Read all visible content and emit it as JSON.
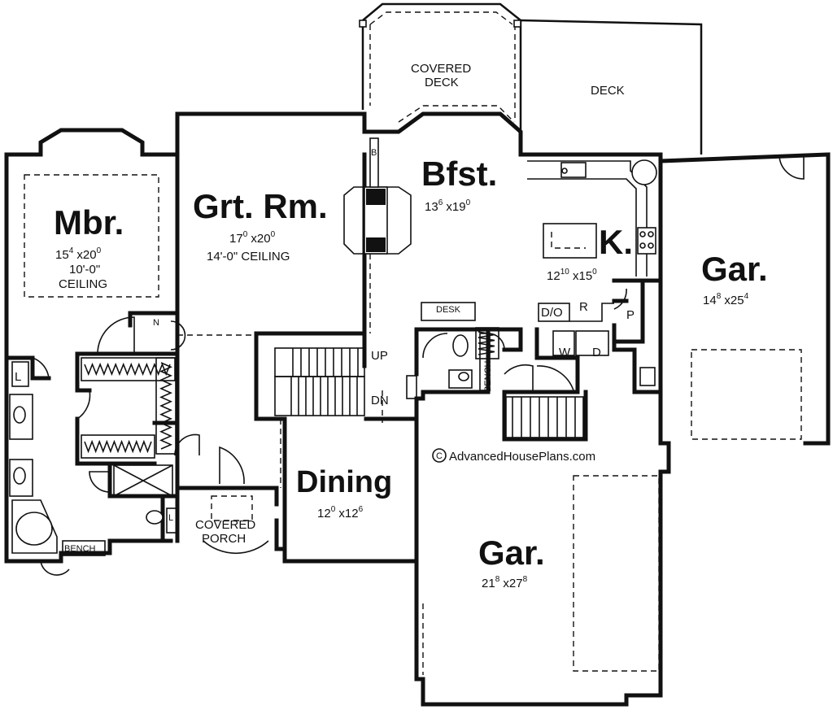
{
  "rooms": {
    "mbr": {
      "name": "Mbr.",
      "w": "15",
      "w_in": "4",
      "l": "20",
      "l_in": "0",
      "note1": "10'-0\"",
      "note2": "CEILING"
    },
    "grt": {
      "name": "Grt. Rm.",
      "w": "17",
      "w_in": "0",
      "l": "20",
      "l_in": "0",
      "note": "14'-0\" CEILING"
    },
    "bfst": {
      "name": "Bfst.",
      "w": "13",
      "w_in": "6",
      "l": "19",
      "l_in": "0"
    },
    "kitchen": {
      "name": "K.",
      "w": "12",
      "w_in": "10",
      "l": "15",
      "l_in": "0"
    },
    "gar_side": {
      "name": "Gar.",
      "w": "14",
      "w_in": "8",
      "l": "25",
      "l_in": "4"
    },
    "gar_main": {
      "name": "Gar.",
      "w": "21",
      "w_in": "8",
      "l": "27",
      "l_in": "8"
    },
    "dining": {
      "name": "Dining",
      "w": "12",
      "w_in": "0",
      "l": "12",
      "l_in": "6"
    }
  },
  "labels": {
    "covered_deck_1": "COVERED",
    "covered_deck_2": "DECK",
    "deck": "DECK",
    "covered_porch_1": "COVERED",
    "covered_porch_2": "PORCH",
    "desk": "DESK",
    "do": "D/O",
    "r": "R",
    "p": "P",
    "w": "W",
    "d": "D",
    "up": "UP",
    "dn": "DN",
    "bench1": "BENCH",
    "bench2": "BENCH",
    "b": "B",
    "n": "N",
    "l1": "L",
    "l2": "L",
    "x": "x"
  },
  "copyright": "AdvancedHousePlans.com",
  "copyright_symbol": "C"
}
